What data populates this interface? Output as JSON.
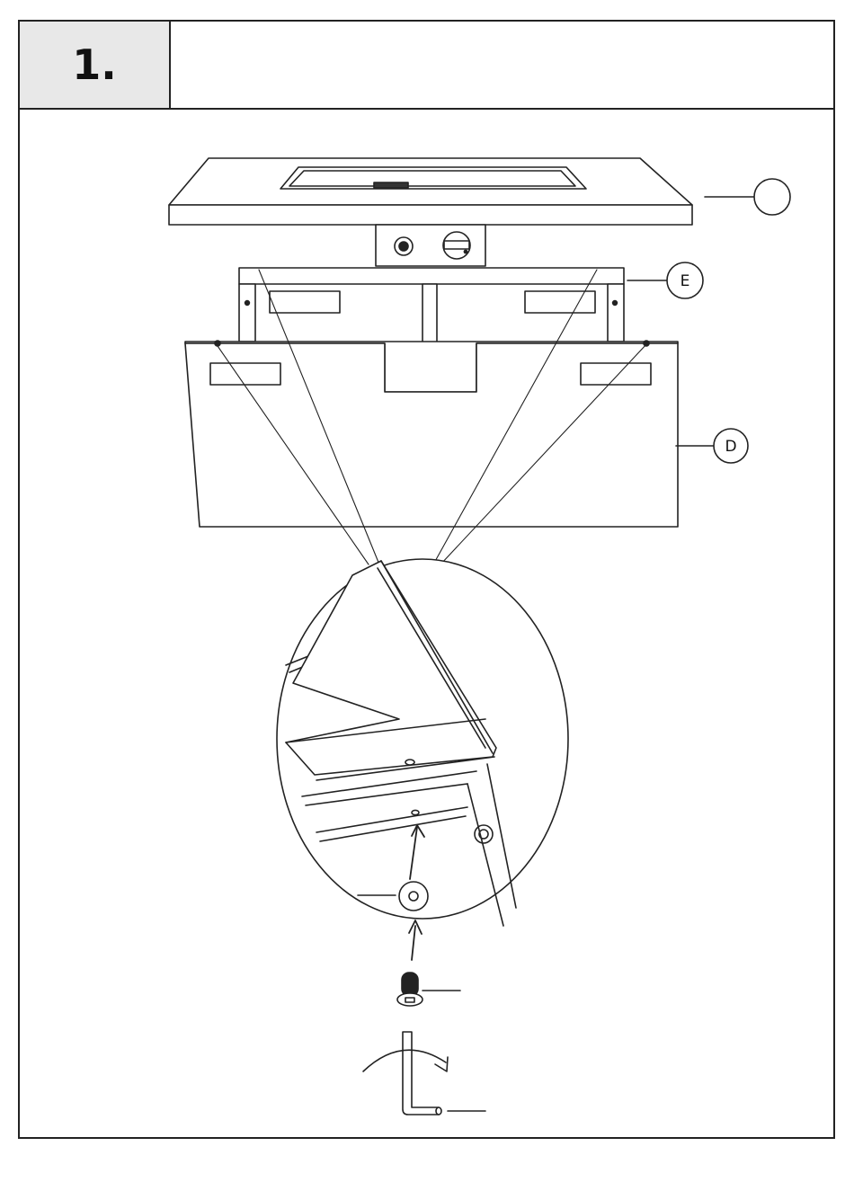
{
  "step": {
    "number": "1."
  },
  "callouts": {
    "top": {
      "letter": ""
    },
    "frame": {
      "letter": "E"
    },
    "panel": {
      "letter": "D"
    }
  },
  "icons": {
    "washer": "washer-icon",
    "bolt": "bolt-icon",
    "hex_key": "hex-key-icon",
    "rotation": "rotation-arrow-icon"
  },
  "colors": {
    "line": "#222222",
    "header_fill": "#e8e8e8"
  }
}
